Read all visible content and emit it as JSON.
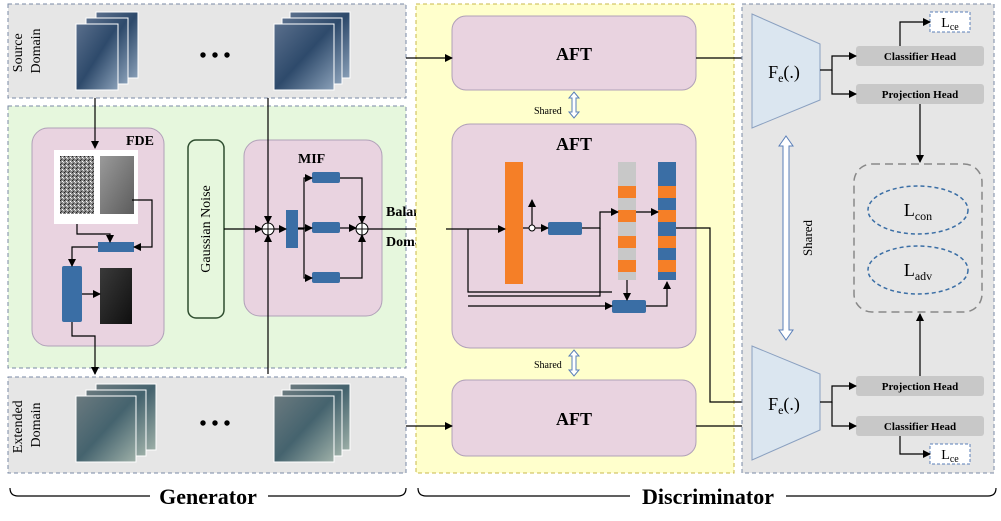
{
  "generator": {
    "label": "Generator",
    "source_domain": {
      "line1": "Source",
      "line2": "Domain",
      "ellipsis": "• • •"
    },
    "extended_domain": {
      "line1": "Extended",
      "line2": "Domain",
      "ellipsis": "• • •"
    },
    "fde": {
      "label": "FDE"
    },
    "gaussian_noise": {
      "label": "Gaussian Noise"
    },
    "mif": {
      "label": "MIF"
    },
    "balance_domain": {
      "line1": "Balance",
      "line2": "Domain"
    }
  },
  "discriminator": {
    "label": "Discriminator",
    "aft_top": "AFT",
    "aft_mid": "AFT",
    "aft_bottom": "AFT",
    "shared_top": "Shared",
    "shared_bottom": "Shared"
  },
  "right_panel": {
    "fe_top": {
      "main": "F",
      "sub": "e",
      "tail": "(.)"
    },
    "fe_bottom": {
      "main": "F",
      "sub": "e",
      "tail": "(.)"
    },
    "shared": "Shared",
    "classifier_head_top": "Classifier Head",
    "projection_head_top": "Projection Head",
    "projection_head_bottom": "Projection Head",
    "classifier_head_bottom": "Classifier Head",
    "lce_top": {
      "main": "L",
      "sub": "ce"
    },
    "lce_bottom": {
      "main": "L",
      "sub": "ce"
    },
    "lcon": {
      "main": "L",
      "sub": "con"
    },
    "ladv": {
      "main": "L",
      "sub": "adv"
    }
  },
  "colors": {
    "gray_panel": "#e6e6e6",
    "green_panel": "#e6f7dd",
    "yellow_panel": "#ffffcc",
    "pink_block": "#e9d3e0",
    "blue_block": "#3a6ea5",
    "orange": "#f57f27",
    "dark_head": "#c8c8c8"
  }
}
